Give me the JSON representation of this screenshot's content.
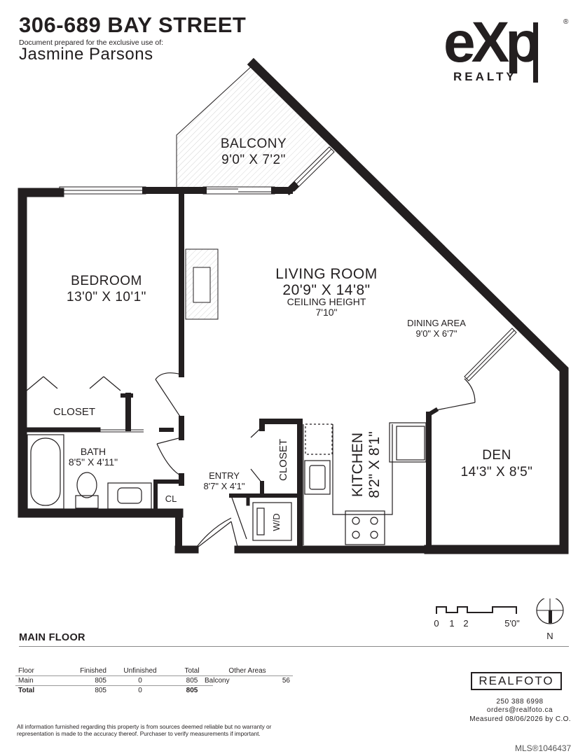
{
  "header": {
    "address": "306-689 BAY STREET",
    "prepared_for_label": "Document prepared for the exclusive use of:",
    "client_name": "Jasmine Parsons"
  },
  "brand": {
    "exp_logo_text": "eXp",
    "exp_sub_text": "REALTY",
    "registered_mark": "®"
  },
  "rooms": {
    "balcony": {
      "name": "BALCONY",
      "size": "9'0\" X 7'2\""
    },
    "bedroom": {
      "name": "BEDROOM",
      "size": "13'0\" X 10'1\""
    },
    "living": {
      "name": "LIVING ROOM",
      "size": "20'9\" X 14'8\"",
      "ceiling_label": "CEILING HEIGHT",
      "ceiling_value": "7'10\""
    },
    "dining": {
      "name": "DINING AREA",
      "size": "9'0\" X 6'7\""
    },
    "bedroom_closet": {
      "name": "CLOSET"
    },
    "bath": {
      "name": "BATH",
      "size": "8'5\" X 4'11\""
    },
    "entry_closet": {
      "name": "CLOSET"
    },
    "kitchen": {
      "name": "KITCHEN",
      "size": "8'2\" X 8'1\""
    },
    "den": {
      "name": "DEN",
      "size": "14'3\" X 8'5\""
    },
    "entry": {
      "name": "ENTRY",
      "size": "8'7\" X 4'1\""
    },
    "cl": {
      "name": "CL"
    },
    "wd": {
      "name": "W/D"
    }
  },
  "scale": {
    "tick_0": "0",
    "tick_1": "1",
    "tick_2": "2",
    "tick_5": "5'0\"",
    "north": "N"
  },
  "floor_name": "MAIN FLOOR",
  "area_table": {
    "headers": [
      "Floor",
      "Finished",
      "Unfinished",
      "Total"
    ],
    "rows": [
      {
        "floor": "Main",
        "finished": "805",
        "unfinished": "0",
        "total": "805"
      },
      {
        "floor": "Total",
        "finished": "805",
        "unfinished": "0",
        "total": "805"
      }
    ]
  },
  "other_areas": {
    "header": "Other Areas",
    "rows": [
      {
        "name": "Balcony",
        "value": "56"
      }
    ]
  },
  "realfoto": {
    "name": "REALFOTO",
    "phone": "250 388 6998",
    "email": "orders@realfoto.ca",
    "measured": "Measured 08/06/2026 by C.O."
  },
  "disclaimer": "All information furnished regarding this property is from sources deemed reliable but no warranty or representation is made to the accuracy thereof. Purchaser to verify measurements if important.",
  "mls": "MLS®1046437"
}
